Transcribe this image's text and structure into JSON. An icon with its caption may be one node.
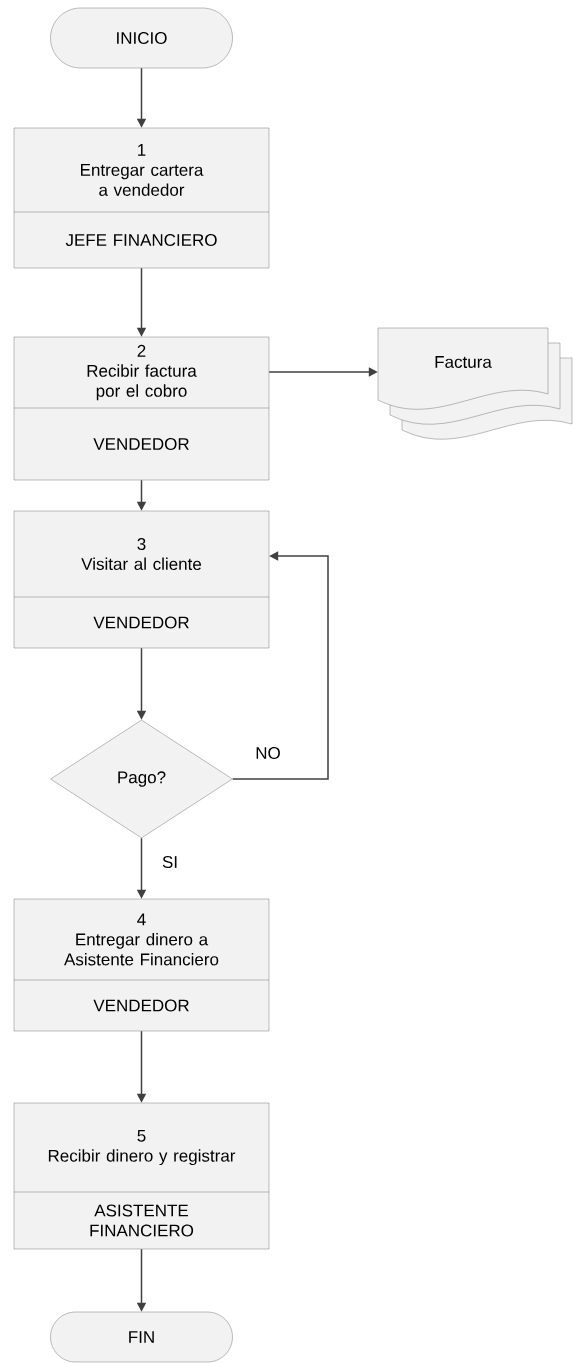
{
  "diagram": {
    "nodes": [
      {
        "text": [
          "INICIO"
        ]
      },
      {
        "text": [
          "1",
          "Entregar cartera a vendedor",
          "JEFE FINANCIERO"
        ]
      },
      {
        "text": [
          "2",
          "Recibir factura por el cobro",
          "VENDEDOR"
        ]
      },
      {
        "text": [
          "Factura"
        ]
      },
      {
        "text": [
          "3",
          "Visitar al cliente",
          "VENDEDOR"
        ]
      },
      {
        "text": [
          "Pago?"
        ]
      },
      {
        "text": [
          "4",
          "Entregar dinero a Asistente Financiero",
          "VENDEDOR"
        ]
      },
      {
        "text": [
          "5",
          "Recibir dinero y registrar",
          "ASISTENTE FINANCIERO"
        ]
      },
      {
        "text": [
          "FIN"
        ]
      }
    ],
    "edges": [
      {
        "from": 0,
        "to": 1,
        "arrow": "to"
      },
      {
        "from": 1,
        "to": 2,
        "arrow": "to"
      },
      {
        "from": 2,
        "to": 3,
        "arrow": "to"
      },
      {
        "from": 2,
        "to": 4,
        "arrow": "to"
      },
      {
        "from": 4,
        "to": 5,
        "arrow": "to"
      },
      {
        "from": 5,
        "to": 4,
        "arrow": "to",
        "label": "NO"
      },
      {
        "from": 5,
        "to": 6,
        "arrow": "to",
        "label": "SI"
      },
      {
        "from": 6,
        "to": 7,
        "arrow": "to"
      },
      {
        "from": 7,
        "to": 8,
        "arrow": "to"
      }
    ]
  }
}
